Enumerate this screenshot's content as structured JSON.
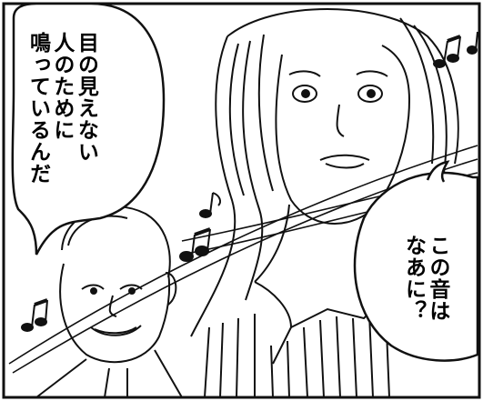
{
  "panel": {
    "colors": {
      "ink": "#000000",
      "paper": "#ffffff",
      "border": "#111111"
    },
    "bubble_left": {
      "lines": [
        "目の見えない",
        "人のために",
        "鳴っているんだ"
      ]
    },
    "bubble_right": {
      "lines": [
        "この音は",
        "なあに？"
      ]
    },
    "sound_effects": [
      "music-note-icon",
      "music-note-icon",
      "music-note-icon",
      "music-note-icon",
      "music-note-icon"
    ]
  }
}
